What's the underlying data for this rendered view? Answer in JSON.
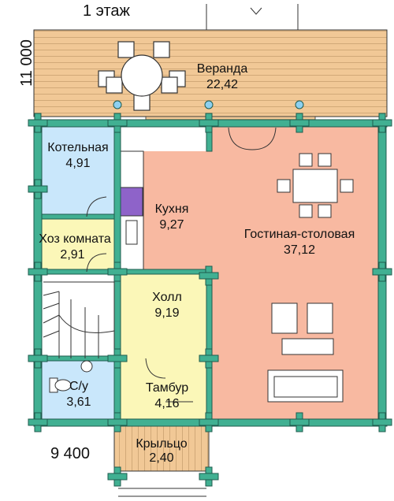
{
  "floor_title": "1 этаж",
  "dimensions": {
    "length": "11 000",
    "width": "9 400"
  },
  "colors": {
    "veranda": "#f1c896",
    "blue_room": "#c9e7fb",
    "yellow_room": "#fbf7b8",
    "salmon_room": "#f8b9a1",
    "wall": "#41b092",
    "outline": "#1f5b4d"
  },
  "rooms": {
    "veranda": {
      "name": "Веранда",
      "area": "22,42"
    },
    "boiler": {
      "name": "Котельная",
      "area": "4,91"
    },
    "utility": {
      "name": "Хоз комната",
      "area": "2,91"
    },
    "kitchen": {
      "name": "Кухня",
      "area": "9,27"
    },
    "living": {
      "name": "Гостиная-столовая",
      "area": "37,12"
    },
    "hall": {
      "name": "Холл",
      "area": "9,19"
    },
    "bathroom": {
      "name": "С/у",
      "area": "3,61"
    },
    "vestibule": {
      "name": "Тамбур",
      "area": "4,16"
    },
    "porch": {
      "name": "Крыльцо",
      "area": "2,40"
    }
  }
}
